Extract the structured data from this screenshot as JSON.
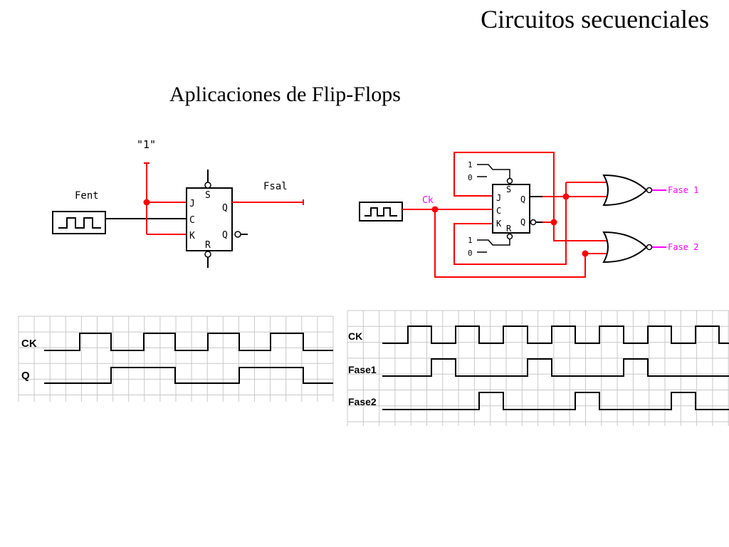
{
  "slide": {
    "title": "Circuitos secuenciales",
    "subtitle": "Aplicaciones de Flip-Flops"
  },
  "colors": {
    "wire_red": "#ff0000",
    "label_magenta": "#ff00ff",
    "grid": "#c8c8c8",
    "ink": "#000000"
  },
  "circuit_left": {
    "const_one_label": "\"1\"",
    "input_label": "Fent",
    "output_label": "Fsal",
    "pin_j": "J",
    "pin_c": "C",
    "pin_k": "K",
    "pin_s": "S",
    "pin_r": "R",
    "pin_q": "Q",
    "pin_qbar": "Q"
  },
  "circuit_right": {
    "clock_label": "Ck",
    "set_high": "1",
    "set_low": "0",
    "reset_high": "1",
    "reset_low": "0",
    "pin_j": "J",
    "pin_c": "C",
    "pin_k": "K",
    "pin_s": "S",
    "pin_r": "R",
    "pin_q": "Q",
    "pin_qbar": "Q",
    "output_1_label": "Fase 1",
    "output_2_label": "Fase 2"
  },
  "timing_left": {
    "signals": [
      {
        "name": "CK",
        "levels": [
          0,
          0,
          0,
          0,
          0,
          0,
          0,
          0,
          0,
          0,
          0,
          0,
          0,
          0,
          1,
          1,
          1,
          1,
          1,
          1,
          1,
          1,
          1,
          1,
          1,
          1,
          1,
          1,
          0,
          0,
          0,
          0,
          0,
          0,
          0,
          0,
          0,
          0,
          0,
          0,
          0,
          0,
          1,
          1,
          1,
          1,
          1,
          1,
          1,
          1,
          1,
          1,
          1,
          1,
          1,
          1,
          0,
          0,
          0,
          0,
          0,
          0,
          0,
          0,
          0,
          0,
          0,
          0,
          0,
          0,
          1,
          1,
          1,
          1,
          1,
          1,
          1,
          1,
          1,
          1,
          1,
          1,
          1,
          1,
          0,
          0,
          0,
          0,
          0,
          0,
          0,
          0,
          0,
          0,
          0,
          0,
          0,
          0,
          1,
          1,
          1,
          1,
          1,
          1,
          1,
          1,
          1,
          1,
          1,
          1,
          1,
          1,
          0,
          0,
          0,
          0,
          0,
          0,
          0,
          0,
          0,
          0,
          0,
          0,
          0,
          0
        ]
      },
      {
        "name": "Q",
        "levels": [
          0,
          0,
          0,
          0,
          0,
          0,
          0,
          0,
          0,
          0,
          0,
          0,
          0,
          0,
          0,
          0,
          0,
          0,
          0,
          0,
          0,
          0,
          0,
          0,
          0,
          0,
          0,
          0,
          1,
          1,
          1,
          1,
          1,
          1,
          1,
          1,
          1,
          1,
          1,
          1,
          1,
          1,
          1,
          1,
          1,
          1,
          1,
          1,
          1,
          1,
          1,
          1,
          1,
          1,
          1,
          1,
          0,
          0,
          0,
          0,
          0,
          0,
          0,
          0,
          0,
          0,
          0,
          0,
          0,
          0,
          0,
          0,
          0,
          0,
          0,
          0,
          0,
          0,
          0,
          0,
          0,
          0,
          0,
          0,
          1,
          1,
          1,
          1,
          1,
          1,
          1,
          1,
          1,
          1,
          1,
          1,
          1,
          1,
          1,
          1,
          1,
          1,
          1,
          1,
          1,
          1,
          1,
          1,
          1,
          1,
          1,
          1,
          0,
          0,
          0,
          0,
          0,
          0,
          0,
          0,
          0,
          0,
          0,
          0,
          0,
          0
        ]
      }
    ]
  },
  "timing_right": {
    "signals": [
      {
        "name": "CK"
      },
      {
        "name": "Fase1"
      },
      {
        "name": "Fase2"
      }
    ]
  }
}
